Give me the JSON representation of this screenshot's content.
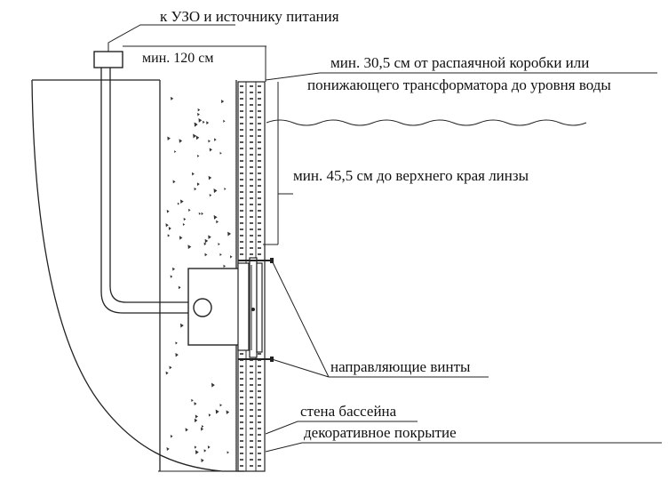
{
  "labels": {
    "to_rcd": "к УЗО и источнику питания",
    "min_120": "мин. 120 см",
    "min_30_line1": "мин. 30,5 см от распаячной коробки или",
    "min_30_line2": "понижающего трансформатора до уровня воды",
    "min_45": "мин. 45,5 см до верхнего края линзы",
    "guide_screws": "направляющие винты",
    "pool_wall": "стена бассейна",
    "decor_coating": "декоративное покрытие"
  },
  "colors": {
    "line": "#222222",
    "hatch": "#555555",
    "background": "#ffffff"
  }
}
